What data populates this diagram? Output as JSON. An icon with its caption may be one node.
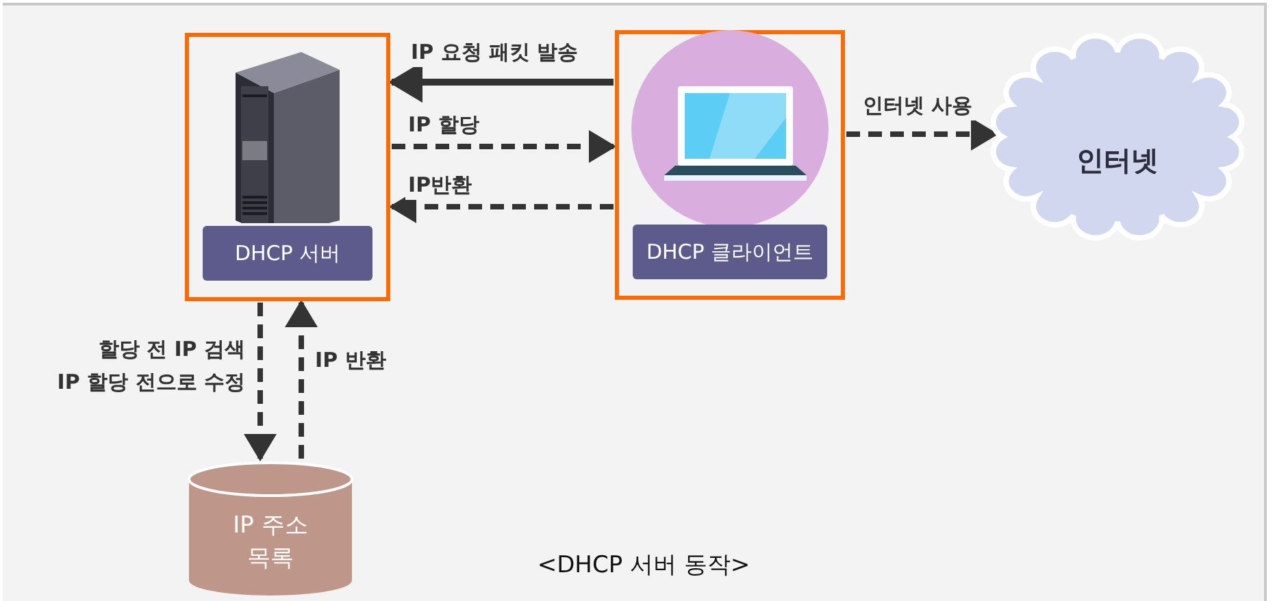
{
  "diagram": {
    "caption": "<DHCP 서버 동작>",
    "nodes": [
      {
        "text": [
          "DHCP 서버"
        ]
      },
      {
        "text": [
          "DHCP 클라이언트"
        ]
      },
      {
        "text": [
          "인터넷"
        ]
      },
      {
        "text": [
          "IP 주소 목록"
        ]
      }
    ],
    "edges": [
      {
        "from": 1,
        "to": 0,
        "arrow": "to",
        "label": "IP 요청 패킷 발송"
      },
      {
        "from": 0,
        "to": 1,
        "arrow": "to",
        "label": "IP 할당",
        "style": "dashed"
      },
      {
        "from": 1,
        "to": 0,
        "arrow": "to",
        "label": "IP반환",
        "style": "dashed"
      },
      {
        "from": 1,
        "to": 2,
        "arrow": "to",
        "label": "인터넷 사용",
        "style": "dashed"
      },
      {
        "from": 0,
        "to": 3,
        "arrow": "to",
        "label": "할당 전 IP 검색 IP 할당 전으로 수정",
        "style": "dashed"
      },
      {
        "from": 3,
        "to": 0,
        "arrow": "to",
        "label": "IP 반환",
        "style": "dashed"
      }
    ]
  }
}
